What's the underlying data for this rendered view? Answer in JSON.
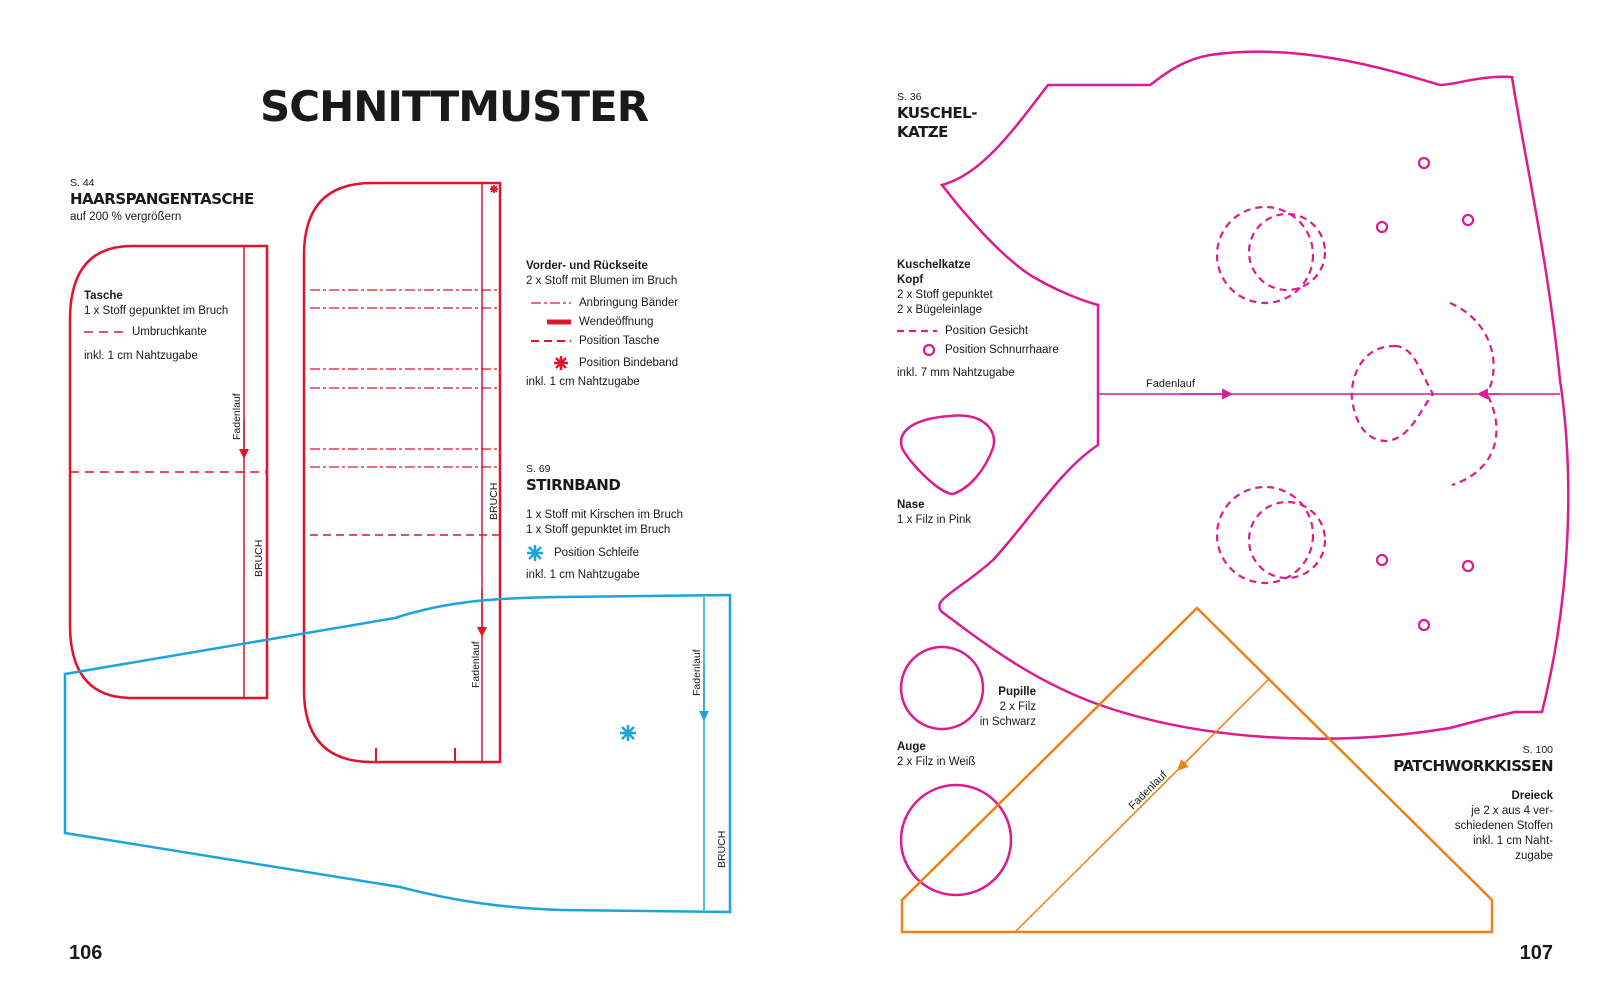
{
  "title": "SCHNITTMUSTER",
  "colors": {
    "red": "#e1132d",
    "blue": "#1ba3dc",
    "magenta": "#dd1a8f",
    "orange": "#f07f16",
    "text": "#1a1a1a"
  },
  "page_left": "106",
  "page_right": "107",
  "haarspangentasche": {
    "ref": "S. 44",
    "title": "HAARSPANGENTASCHE",
    "note": "auf 200 % vergrößern",
    "tasche": {
      "heading": "Tasche",
      "line1": "1 x Stoff gepunktet im Bruch",
      "legend_fold": "Umbruchkante",
      "allowance": "inkl. 1 cm Nahtzugabe",
      "grain_label": "Fadenlauf",
      "fold_label": "BRUCH"
    },
    "front_back": {
      "heading": "Vorder- und Rückseite",
      "line1": "2 x Stoff mit Blumen im Bruch",
      "legend": [
        "Anbringung Bänder",
        "Wendeöffnung",
        "Position Tasche",
        "Position Bindeband"
      ],
      "allowance": "inkl. 1 cm Nahtzugabe",
      "grain_label": "Fadenlauf",
      "fold_label": "BRUCH"
    }
  },
  "stirnband": {
    "ref": "S. 69",
    "title": "STIRNBAND",
    "line1": "1 x Stoff mit Kirschen im Bruch",
    "line2": "1 x Stoff gepunktet im Bruch",
    "legend_bow": "Position Schleife",
    "allowance": "inkl. 1 cm Nahtzugabe",
    "grain_label": "Fadenlauf",
    "fold_label": "BRUCH"
  },
  "kuschelkatze": {
    "ref": "S. 36",
    "title_1": "KUSCHEL-",
    "title_2": "KATZE",
    "head_1": "Kuschelkatze",
    "head_2": "Kopf",
    "line1": "2 x Stoff gepunktet",
    "line2": "2 x Bügeleinlage",
    "legend_face": "Position Gesicht",
    "legend_whiskers": "Position Schnurrhaare",
    "allowance": "inkl. 7 mm Nahtzugabe",
    "grain_label": "Fadenlauf",
    "nose_heading": "Nase",
    "nose_line": "1 x Filz in Pink",
    "pupil_heading": "Pupille",
    "pupil_line1": "2 x Filz",
    "pupil_line2": "in Schwarz",
    "eye_heading": "Auge",
    "eye_line": "2 x Filz in Weiß"
  },
  "patchworkkissen": {
    "ref": "S. 100",
    "title": "PATCHWORKKISSEN",
    "heading": "Dreieck",
    "lines": [
      "je 2 x aus 4 ver-",
      "schiedenen Stoffen",
      "inkl. 1 cm Naht-",
      "zugabe"
    ],
    "grain_label": "Fadenlauf"
  }
}
